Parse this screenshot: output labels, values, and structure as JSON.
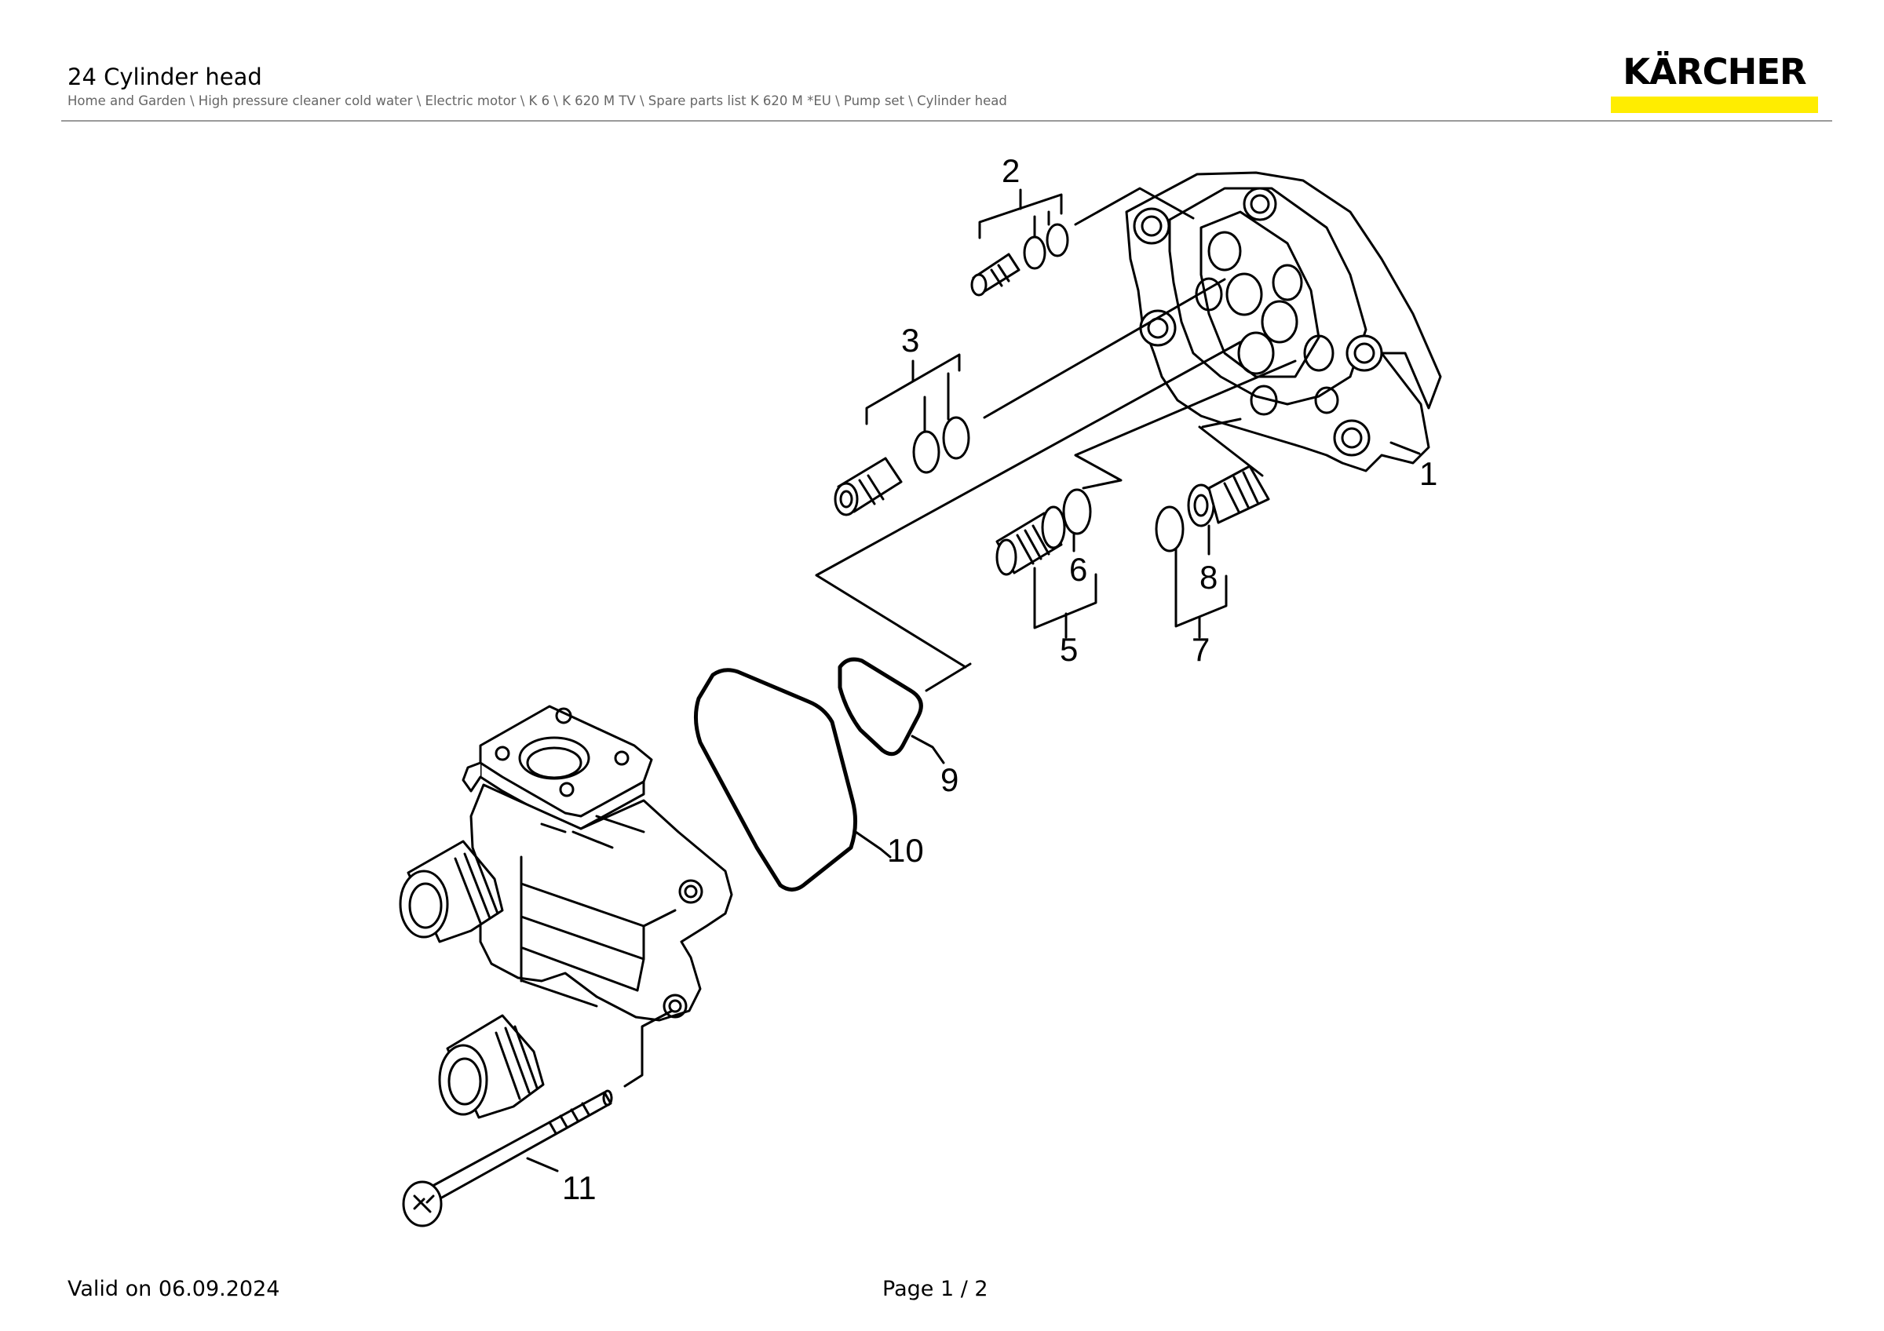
{
  "header": {
    "title": "24 Cylinder head",
    "breadcrumb": "Home and Garden \\ High pressure cleaner cold water \\ Electric motor \\ K 6 \\ K 620 M TV \\ Spare parts list K 620 M *EU \\ Pump set \\ Cylinder head"
  },
  "logo": {
    "text": "KÄRCHER",
    "bar_color": "#ffed00",
    "text_color": "#000000"
  },
  "callouts": [
    "1",
    "2",
    "3",
    "5",
    "6",
    "7",
    "8",
    "9",
    "10",
    "11"
  ],
  "footer": {
    "valid": "Valid on 06.09.2024",
    "page": "Page 1 / 2"
  }
}
